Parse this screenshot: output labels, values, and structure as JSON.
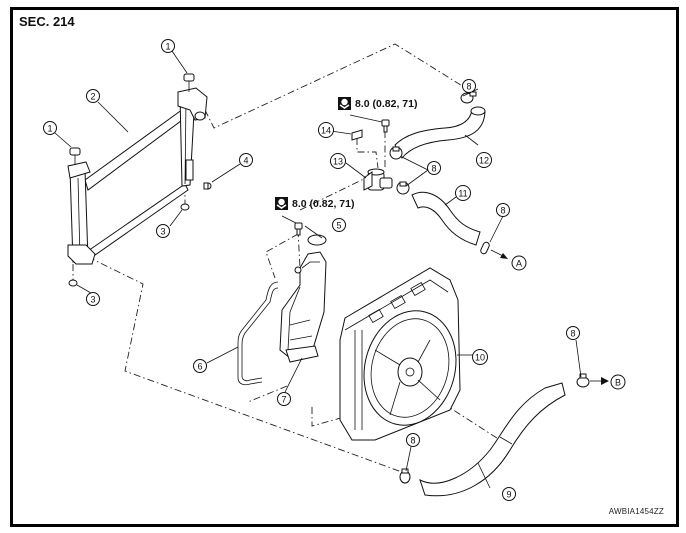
{
  "section_label": "SEC. 214",
  "figure_code": "AWBIA1454ZZ",
  "torque_spec": "8.0 (0.82, 71)",
  "torque_icon": "torque-wrench-icon",
  "callouts": [
    {
      "id": "c1a",
      "num": "1",
      "part": "radiator-cap-upper"
    },
    {
      "id": "c1b",
      "num": "1",
      "part": "radiator-cap-lower"
    },
    {
      "id": "c2",
      "num": "2",
      "part": "radiator"
    },
    {
      "id": "c3a",
      "num": "3",
      "part": "mount-insulator-right"
    },
    {
      "id": "c3b",
      "num": "3",
      "part": "mount-insulator-left"
    },
    {
      "id": "c4",
      "num": "4",
      "part": "drain-plug"
    },
    {
      "id": "c5",
      "num": "5",
      "part": "reservoir-cap"
    },
    {
      "id": "c6",
      "num": "6",
      "part": "reservoir-hose"
    },
    {
      "id": "c7",
      "num": "7",
      "part": "reservoir-tank"
    },
    {
      "id": "c8a",
      "num": "8",
      "part": "hose-clamp-top"
    },
    {
      "id": "c8b",
      "num": "8",
      "part": "hose-clamp-middle"
    },
    {
      "id": "c8c",
      "num": "8",
      "part": "hose-clamp-to-a"
    },
    {
      "id": "c8d",
      "num": "8",
      "part": "hose-clamp-to-b"
    },
    {
      "id": "c8e",
      "num": "8",
      "part": "hose-clamp-bottom"
    },
    {
      "id": "c9",
      "num": "9",
      "part": "radiator-lower-hose"
    },
    {
      "id": "c10",
      "num": "10",
      "part": "cooling-fan-assembly"
    },
    {
      "id": "c11",
      "num": "11",
      "part": "hose"
    },
    {
      "id": "c12",
      "num": "12",
      "part": "radiator-upper-hose"
    },
    {
      "id": "c13",
      "num": "13",
      "part": "water-outlet"
    },
    {
      "id": "c14",
      "num": "14",
      "part": "label"
    }
  ],
  "connectors": [
    {
      "id": "A",
      "label": "A"
    },
    {
      "id": "B",
      "label": "B"
    }
  ]
}
